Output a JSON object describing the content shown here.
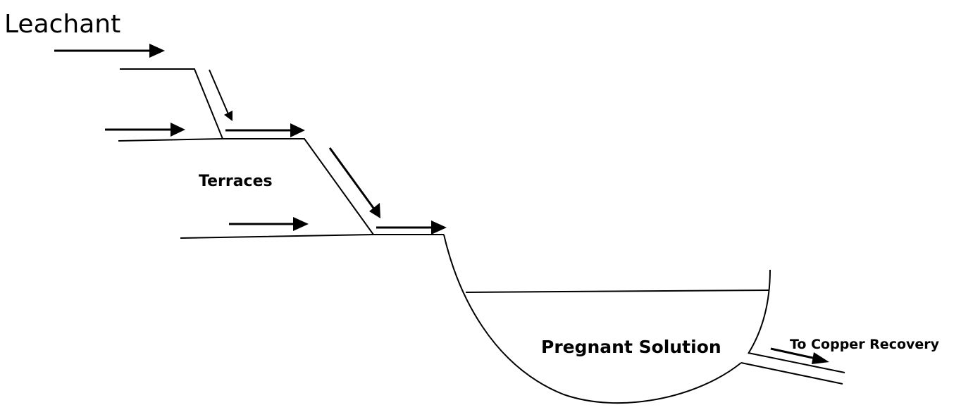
{
  "diagram": {
    "title": "Leachant",
    "labels": {
      "terraces": "Terraces",
      "pond": "Pregnant Solution",
      "outlet": "To Copper Recovery"
    },
    "colors": {
      "stroke": "#000000",
      "background": "#ffffff"
    },
    "elements": {
      "terrace_count": 3,
      "flow_arrows": 7,
      "collection_pond": "Pregnant Solution",
      "outlet_channel": "To Copper Recovery"
    }
  }
}
